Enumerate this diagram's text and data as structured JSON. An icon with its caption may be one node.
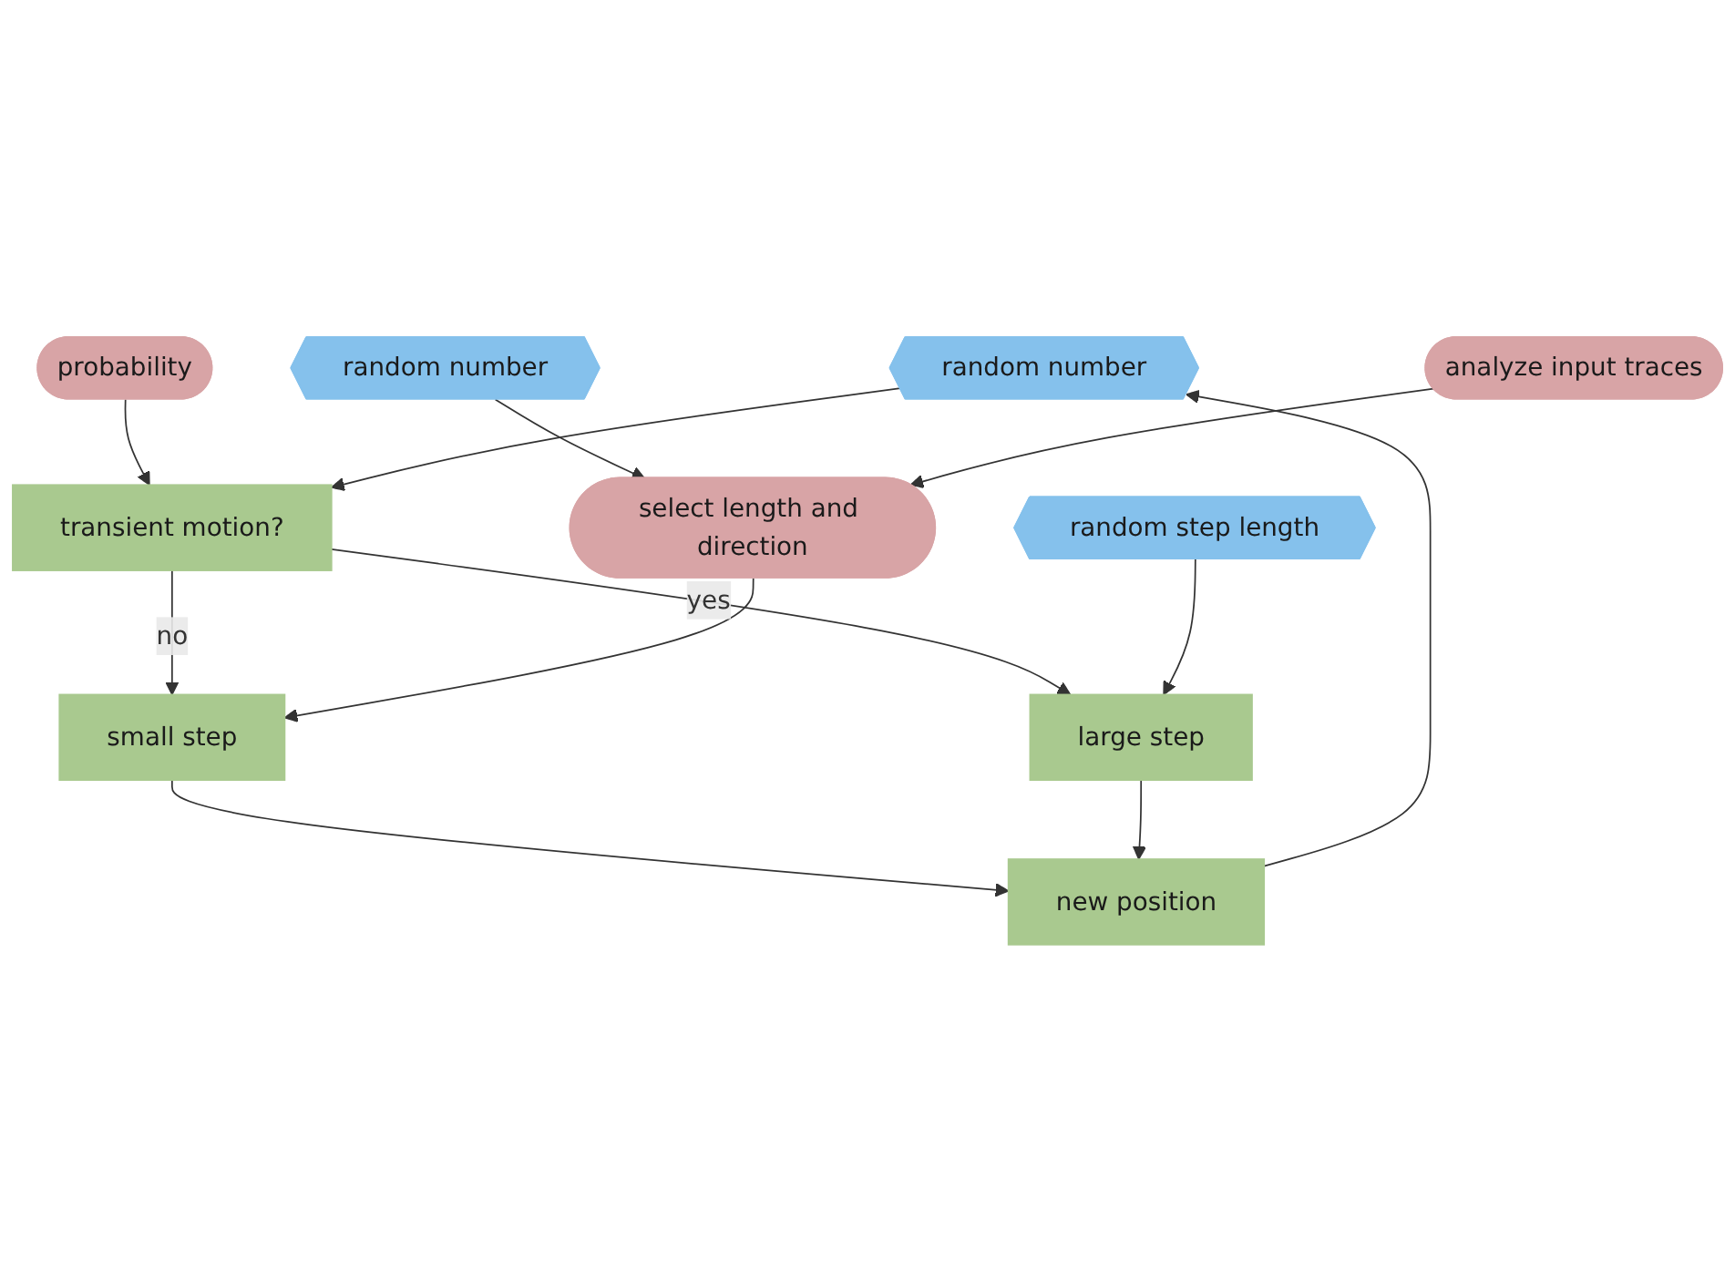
{
  "diagram": {
    "nodes": [
      {
        "text": [
          "random number"
        ]
      },
      {
        "text": [
          "probability"
        ]
      },
      {
        "text": [
          "random number"
        ]
      },
      {
        "text": [
          "transient motion?"
        ]
      },
      {
        "text": [
          "random step length"
        ]
      },
      {
        "text": [
          "select length and direction"
        ]
      },
      {
        "text": [
          "small step"
        ]
      },
      {
        "text": [
          "large step"
        ]
      },
      {
        "text": [
          "new position"
        ]
      },
      {
        "text": [
          "analyze input traces"
        ]
      }
    ],
    "edges": [
      {
        "from": 1,
        "to": 3,
        "arrow": "to"
      },
      {
        "from": 0,
        "to": 3,
        "arrow": "to"
      },
      {
        "from": 3,
        "to": 6,
        "label": "no",
        "arrow": "to"
      },
      {
        "from": 3,
        "to": 7,
        "label": "yes",
        "arrow": "to"
      },
      {
        "from": 4,
        "to": 7,
        "arrow": "to"
      },
      {
        "from": 2,
        "to": 5,
        "arrow": "to"
      },
      {
        "from": 9,
        "to": 5,
        "arrow": "to"
      },
      {
        "from": 5,
        "to": 6,
        "arrow": "to"
      },
      {
        "from": 6,
        "to": 8,
        "arrow": "to"
      },
      {
        "from": 7,
        "to": 8,
        "arrow": "to"
      },
      {
        "from": 8,
        "to": 0,
        "arrow": "to"
      }
    ]
  }
}
